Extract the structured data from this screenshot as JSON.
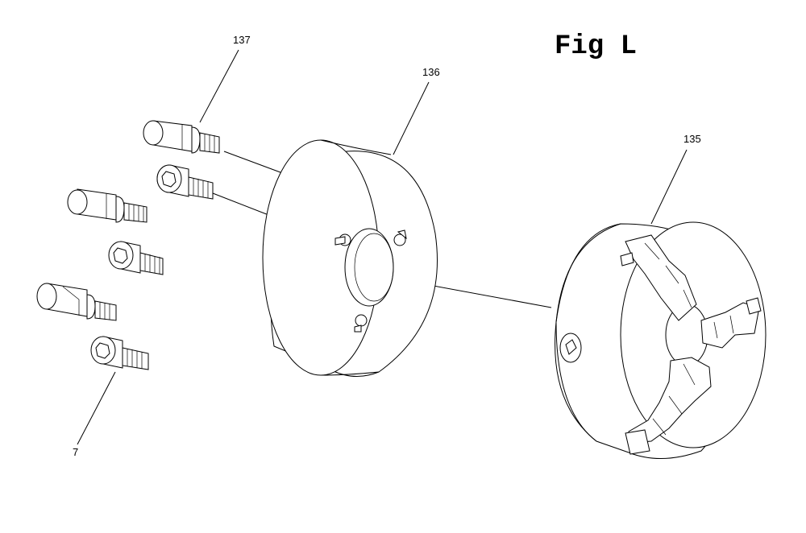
{
  "figure": {
    "title": "Fig L"
  },
  "callouts": [
    {
      "id": "137",
      "label": "137"
    },
    {
      "id": "136",
      "label": "136"
    },
    {
      "id": "135",
      "label": "135"
    },
    {
      "id": "7",
      "label": "7"
    }
  ],
  "colors": {
    "line": "#000000",
    "background": "#ffffff"
  }
}
